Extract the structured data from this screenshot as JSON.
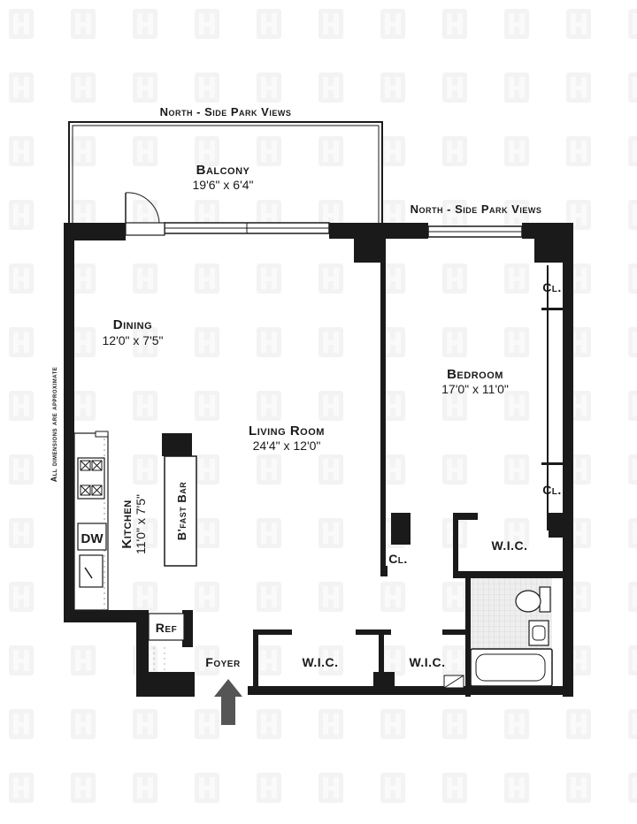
{
  "header_left": "North - Side Park Views",
  "header_right": "North - Side Park Views",
  "note": "All dimensions are approximate",
  "rooms": {
    "balcony": {
      "name": "Balcony",
      "dims": "19'6\" x 6'4\""
    },
    "dining": {
      "name": "Dining",
      "dims": "12'0\" x 7'5\""
    },
    "living": {
      "name": "Living Room",
      "dims": "24'4\" x 12'0\""
    },
    "bedroom": {
      "name": "Bedroom",
      "dims": "17'0\" x 11'0\""
    },
    "kitchen": {
      "name": "Kitchen",
      "dims": "11'0\" x 7'5\""
    },
    "bfast_bar": "B'fast Bar",
    "foyer": "Foyer",
    "wic_left": "W.I.C.",
    "wic_mid": "W.I.C.",
    "wic_bed": "W.I.C.",
    "cl_top": "Cl.",
    "cl_mid": "Cl.",
    "cl_low": "Cl.",
    "dw": "DW",
    "ref": "Ref"
  },
  "colors": {
    "wall": "#1a1a1a",
    "bath_tile": "#d9d9d9",
    "watermark": "#f1f1f1"
  }
}
